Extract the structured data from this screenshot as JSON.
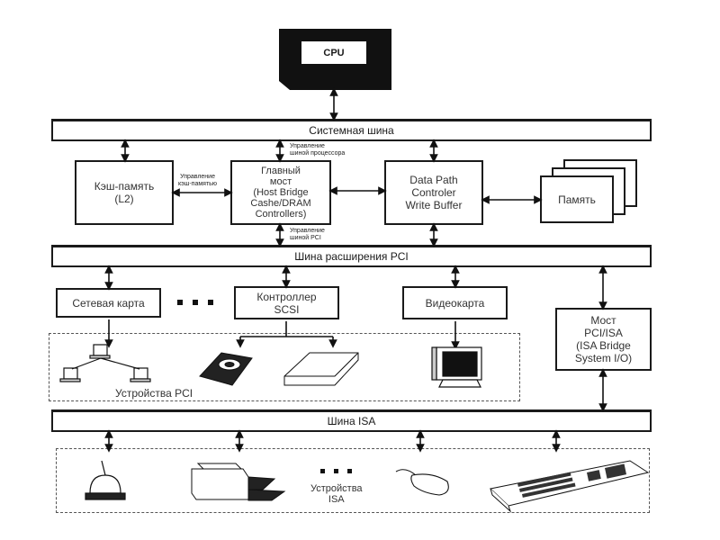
{
  "diagram": {
    "cpu": {
      "label": "CPU"
    },
    "buses": {
      "system": "Системная шина",
      "pci": "Шина расширения PCI",
      "isa": "Шина ISA"
    },
    "components": {
      "cache": "Кэш-память\n(L2)",
      "host_bridge": "Главный\nмост\n(Host Bridge\nCashe/DRAM\nControllers)",
      "data_path": "Data Path\nControler\nWrite Buffer",
      "memory": "Память",
      "network_card": "Сетевая карта",
      "scsi_controller": "Контроллер\nSCSI",
      "video_card": "Видеокарта",
      "pci_isa_bridge": "Мост\nPCI/ISA\n(ISA Bridge\nSystem I/O)"
    },
    "annotations": {
      "cpu_bus_control": "Управление\nшиной процессора",
      "cache_control": "Управление\nкэш-памятью",
      "pci_bus_control": "Управление\nшиной PCI"
    },
    "groups": {
      "pci_devices": "Устройства PCI",
      "isa_devices": "Устройства\nISA"
    },
    "devices": {
      "pci": [
        "network-computers-icon",
        "hard-disk-icon",
        "scanner-icon",
        "monitor-icon"
      ],
      "isa": [
        "bell-device-icon",
        "printer-icon",
        "mouse-icon",
        "keyboard-icon"
      ]
    }
  }
}
